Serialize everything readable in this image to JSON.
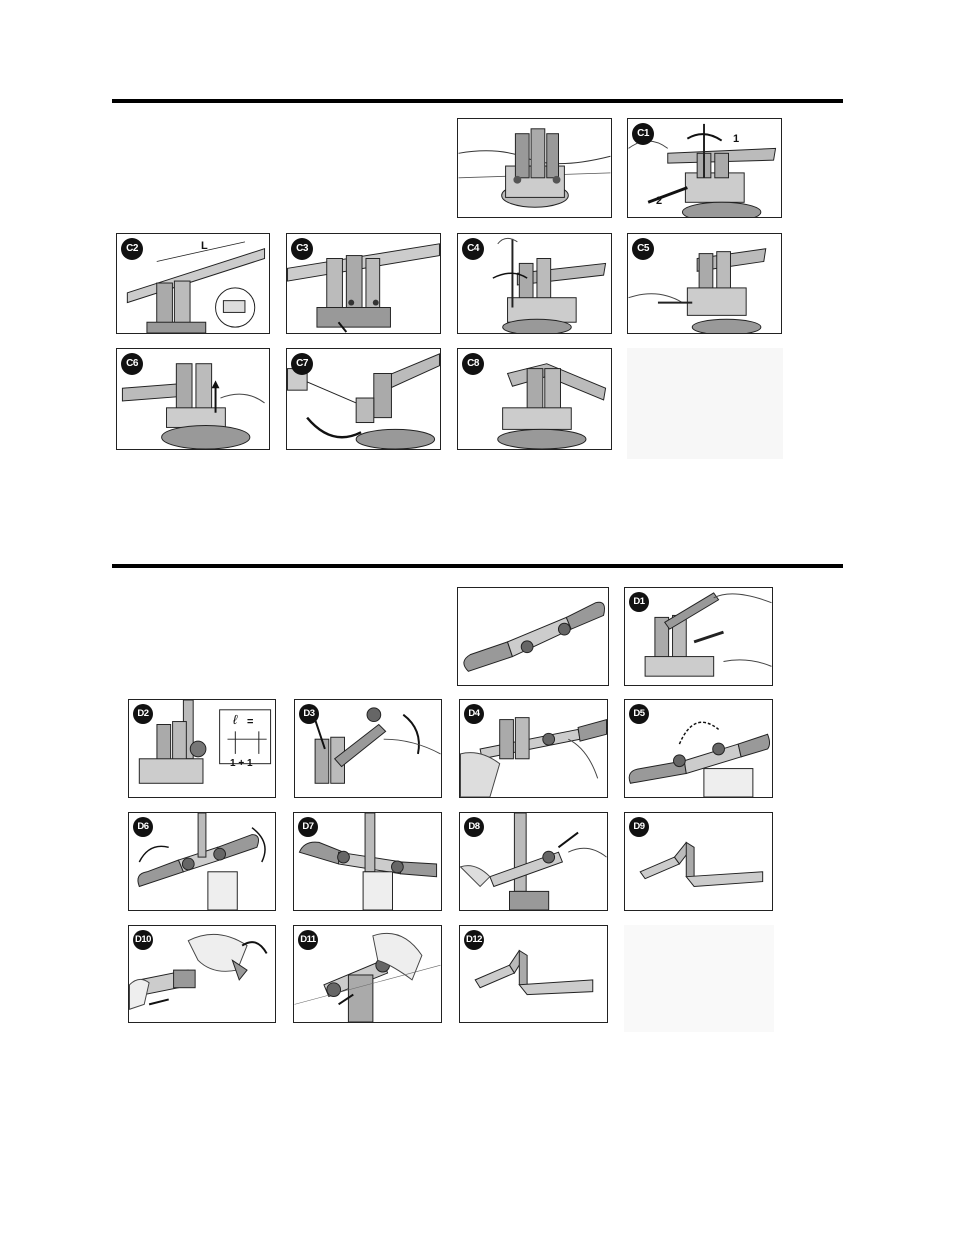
{
  "section_c": {
    "panels": [
      {
        "id": "c0",
        "label": ""
      },
      {
        "id": "c1",
        "label": "C1",
        "annotations": [
          "1",
          "2"
        ]
      },
      {
        "id": "c2",
        "label": "C2",
        "annotations": [
          "L"
        ]
      },
      {
        "id": "c3",
        "label": "C3"
      },
      {
        "id": "c4",
        "label": "C4"
      },
      {
        "id": "c5",
        "label": "C5"
      },
      {
        "id": "c6",
        "label": "C6"
      },
      {
        "id": "c7",
        "label": "C7"
      },
      {
        "id": "c8",
        "label": "C8"
      }
    ]
  },
  "section_d": {
    "panels": [
      {
        "id": "d0",
        "label": ""
      },
      {
        "id": "d1",
        "label": "D1"
      },
      {
        "id": "d2",
        "label": "D2",
        "annotations": [
          "ℓ",
          "=",
          "1 + 1"
        ]
      },
      {
        "id": "d3",
        "label": "D3"
      },
      {
        "id": "d4",
        "label": "D4"
      },
      {
        "id": "d5",
        "label": "D5"
      },
      {
        "id": "d6",
        "label": "D6"
      },
      {
        "id": "d7",
        "label": "D7"
      },
      {
        "id": "d8",
        "label": "D8"
      },
      {
        "id": "d9",
        "label": "D9"
      },
      {
        "id": "d10",
        "label": "D10"
      },
      {
        "id": "d11",
        "label": "D11"
      },
      {
        "id": "d12",
        "label": "D12"
      }
    ]
  },
  "style": {
    "ink": "#111111",
    "rule": "#000000",
    "paper": "#ffffff"
  }
}
